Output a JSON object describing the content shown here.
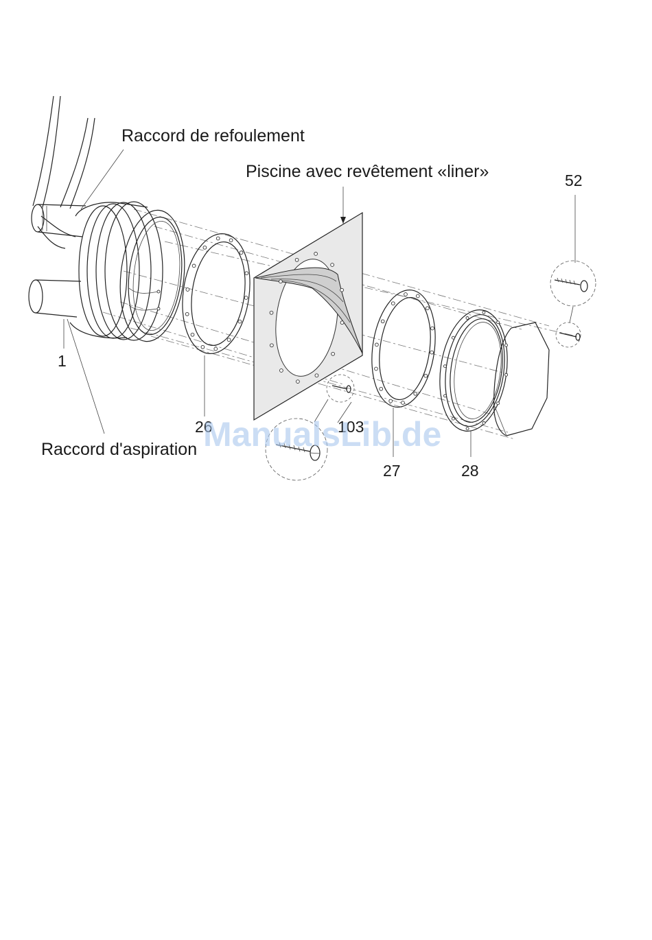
{
  "labels": {
    "discharge_connection": "Raccord de refoulement",
    "pool_liner": "Piscine avec revêtement «liner»",
    "suction_connection": "Raccord d'aspiration"
  },
  "part_numbers": {
    "p1": "1",
    "p26": "26",
    "p103": "103",
    "p27": "27",
    "p28": "28",
    "p52": "52"
  },
  "watermark": "ManualsLib.de",
  "colors": {
    "line": "#222222",
    "liner_panel": "#e9e9e9",
    "watermark": "#a9c8ee"
  }
}
